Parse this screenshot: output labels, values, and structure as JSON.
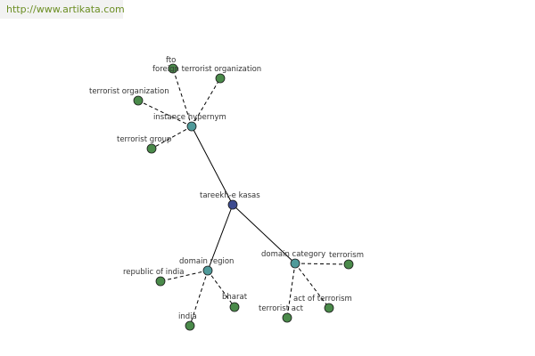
{
  "url": "http://www.artikata.com",
  "colors": {
    "root": "#3d4b8f",
    "relation": "#4f9a9a",
    "leaf": "#4a8a4a",
    "url": "#6b8e23",
    "url_bg": "#f2f2f2"
  },
  "nodes": {
    "root": {
      "label": "tareekh-e kasas",
      "kind": "root"
    },
    "instance_hypernym": {
      "label": "instance hypernym",
      "kind": "relation"
    },
    "domain_region": {
      "label": "domain region",
      "kind": "relation"
    },
    "domain_category": {
      "label": "domain category",
      "kind": "relation"
    },
    "fto": {
      "label": "fto",
      "kind": "leaf"
    },
    "foreign_terrorist_org": {
      "label": "foreign terrorist organization",
      "kind": "leaf"
    },
    "terrorist_organization": {
      "label": "terrorist organization",
      "kind": "leaf"
    },
    "terrorist_group": {
      "label": "terrorist group",
      "kind": "leaf"
    },
    "republic_of_india": {
      "label": "republic of india",
      "kind": "leaf"
    },
    "bharat": {
      "label": "bharat",
      "kind": "leaf"
    },
    "india": {
      "label": "india",
      "kind": "leaf"
    },
    "terrorism": {
      "label": "terrorism",
      "kind": "leaf"
    },
    "act_of_terrorism": {
      "label": "act of terrorism",
      "kind": "leaf"
    },
    "terrorist_act": {
      "label": "terrorist act",
      "kind": "leaf"
    }
  },
  "edges": [
    {
      "from": "root",
      "to": "instance_hypernym",
      "style": "solid"
    },
    {
      "from": "root",
      "to": "domain_region",
      "style": "solid"
    },
    {
      "from": "root",
      "to": "domain_category",
      "style": "solid"
    },
    {
      "from": "instance_hypernym",
      "to": "fto",
      "style": "dashed"
    },
    {
      "from": "instance_hypernym",
      "to": "foreign_terrorist_org",
      "style": "dashed"
    },
    {
      "from": "instance_hypernym",
      "to": "terrorist_organization",
      "style": "dashed"
    },
    {
      "from": "instance_hypernym",
      "to": "terrorist_group",
      "style": "dashed"
    },
    {
      "from": "domain_region",
      "to": "republic_of_india",
      "style": "dashed"
    },
    {
      "from": "domain_region",
      "to": "bharat",
      "style": "dashed"
    },
    {
      "from": "domain_region",
      "to": "india",
      "style": "dashed"
    },
    {
      "from": "domain_category",
      "to": "terrorism",
      "style": "dashed"
    },
    {
      "from": "domain_category",
      "to": "act_of_terrorism",
      "style": "dashed"
    },
    {
      "from": "domain_category",
      "to": "terrorist_act",
      "style": "dashed"
    }
  ]
}
